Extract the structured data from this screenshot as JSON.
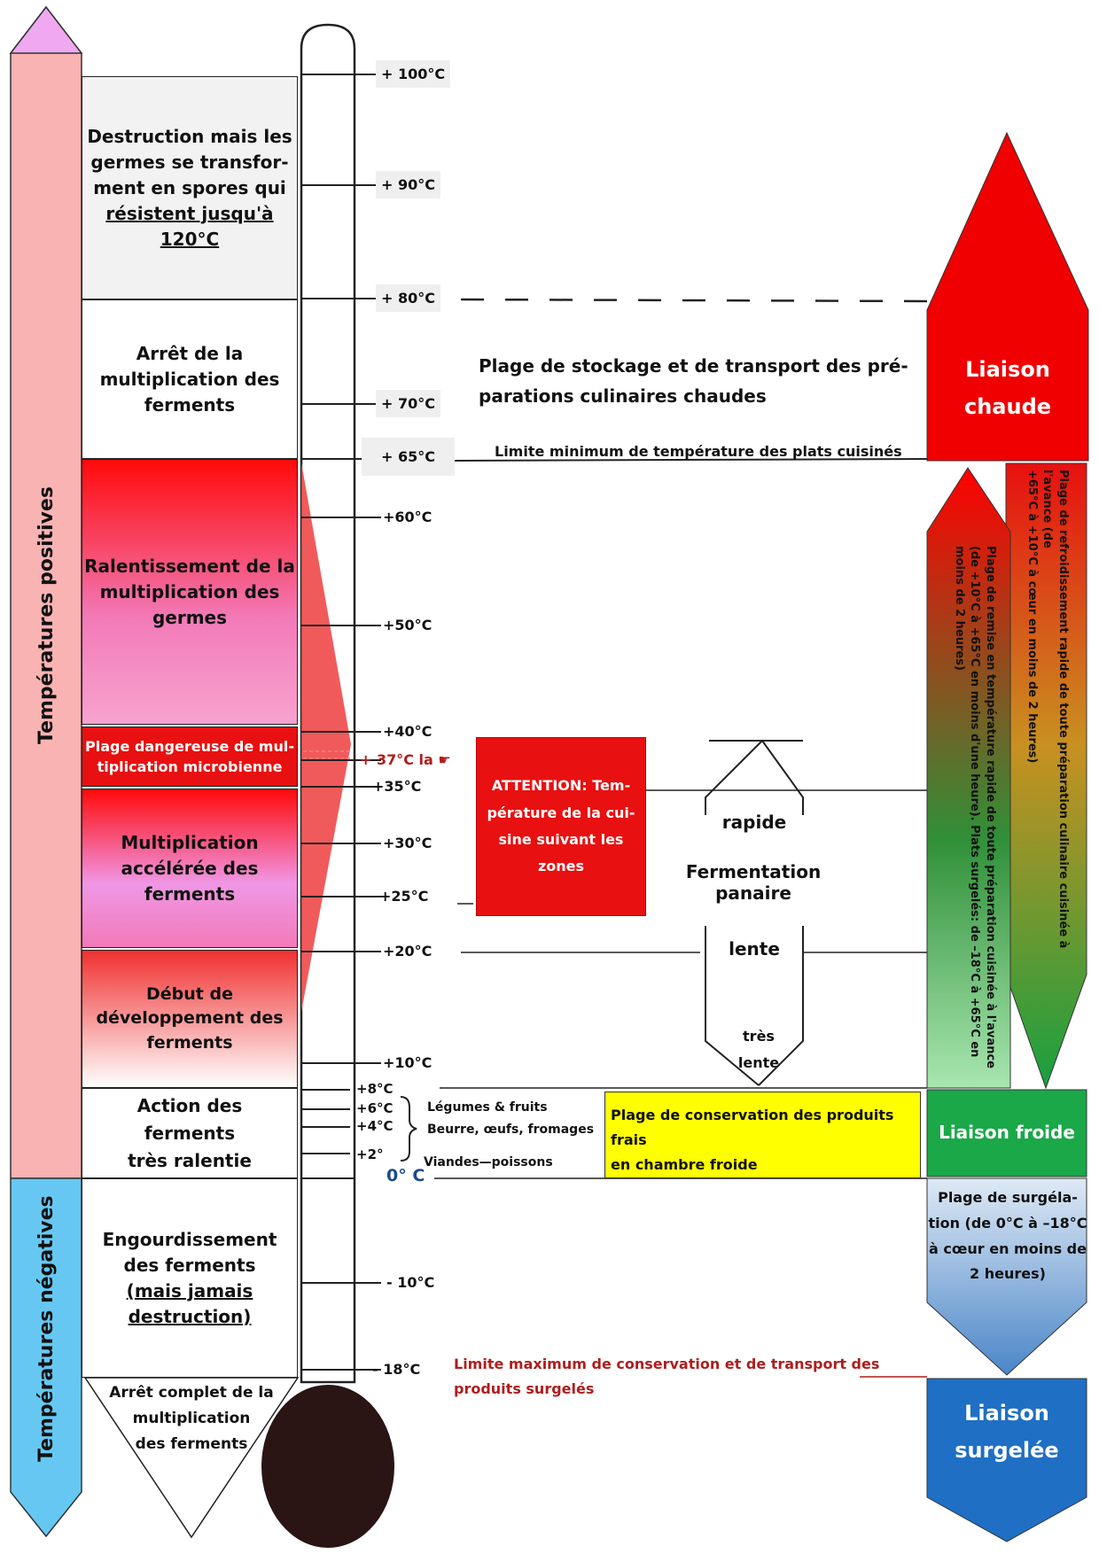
{
  "left_bars": {
    "positive_label": "Températures positives",
    "negative_label": "Températures négatives"
  },
  "zones": [
    {
      "id": "destruction",
      "lines": [
        "Destruction mais les",
        "germes se transfor-",
        "ment en spores qui",
        "résistent  jusqu'à",
        "120°C"
      ],
      "bg": "#f2f2f2"
    },
    {
      "id": "arret",
      "lines": [
        "Arrêt de la",
        "multiplication  des",
        "ferments"
      ],
      "bg": "#ffffff"
    },
    {
      "id": "ralentissement",
      "lines": [
        "Ralentissement de la",
        "multiplication des",
        "germes"
      ],
      "bg": "grad-red-pink"
    },
    {
      "id": "dangereuse",
      "lines": [
        "Plage dangereuse de mul-",
        "tiplication microbienne"
      ],
      "bg": "#e81010",
      "color": "#ffffff"
    },
    {
      "id": "acceleree",
      "lines": [
        "Multiplication",
        "accélérée des",
        "ferments"
      ],
      "bg": "grad-red-pink"
    },
    {
      "id": "debut",
      "lines": [
        "Début de",
        "développement  des",
        "ferments"
      ],
      "bg": "grad-red-white"
    },
    {
      "id": "action",
      "lines": [
        "Action des",
        "ferments",
        "très ralentie"
      ],
      "bg": "#ffffff"
    },
    {
      "id": "engourdissement",
      "lines": [
        "Engourdissement",
        "des  ferments",
        "(mais jamais",
        "destruction)"
      ],
      "bg": "#ffffff"
    },
    {
      "id": "arret_complet",
      "lines": [
        "Arrêt complet de la",
        "multiplication",
        "des ferments"
      ],
      "bg": "#ffffff"
    }
  ],
  "ticks": [
    {
      "label": "+ 100°C",
      "temp": 100
    },
    {
      "label": "+ 90°C",
      "temp": 90
    },
    {
      "label": "+ 80°C",
      "temp": 80
    },
    {
      "label": "+ 70°C",
      "temp": 70
    },
    {
      "label": "+ 65°C",
      "temp": 65
    },
    {
      "label": "+60°C",
      "temp": 60
    },
    {
      "label": "+50°C",
      "temp": 50
    },
    {
      "label": "+40°C",
      "temp": 40
    },
    {
      "label": "+ 37°C la",
      "temp": 37
    },
    {
      "label": "+35°C",
      "temp": 35
    },
    {
      "label": "+30°C",
      "temp": 30
    },
    {
      "label": "+25°C",
      "temp": 25
    },
    {
      "label": "+20°C",
      "temp": 20
    },
    {
      "label": "+10°C",
      "temp": 10
    },
    {
      "label": "+8°C",
      "temp": 8
    },
    {
      "label": "+6°C",
      "temp": 6
    },
    {
      "label": "+4°C",
      "temp": 4
    },
    {
      "label": "+2°",
      "temp": 2
    },
    {
      "label": "0° C",
      "temp": 0
    },
    {
      "label": "- 10°C",
      "temp": -10
    },
    {
      "label": "- 18°C",
      "temp": -18
    }
  ],
  "cold_products": {
    "line1": "Légumes & fruits",
    "line2": "Beurre, œufs, fromages",
    "line3": "Viandes—poissons"
  },
  "middle": {
    "hot_storage": [
      "Plage de stockage et de transport des pré-",
      "parations culinaires chaudes"
    ],
    "min_limit": "Limite minimum de température des plats cuisinés",
    "attention": [
      "ATTENTION:  Tem-",
      "pérature de la cui-",
      "sine  suivant les",
      "zones"
    ],
    "rapide": "rapide",
    "fermentation": "Fermentation panaire",
    "lente": "lente",
    "tres": "très",
    "tres_lente": "lente",
    "cold_room": [
      "Plage de conservation des produits frais",
      "en chambre froide"
    ],
    "frozen_limit": [
      "Limite maximum de conservation et de transport des",
      "produits surgelés"
    ]
  },
  "right": {
    "liaison_chaude": [
      "Liaison",
      "chaude"
    ],
    "refroidissement": [
      "Plage de refroidissement rapide de toute préparation culinaire cuisinée à l'avance (de",
      "+65°C à +10°C à cœur en moins de 2 heures)"
    ],
    "remise": [
      "Plage de remise en température rapide de toute préparation cuisinée à l'avance",
      "(de +10°C à +65°C en moins d'une heure). Plats surgelés: de –18°C à +65°C en",
      "moins de 2 heures)"
    ],
    "liaison_froide": "Liaison froide",
    "surgelation": [
      "Plage de surgéla-",
      "tion (de 0°C à –18°C",
      "à cœur en moins de",
      "2 heures)"
    ],
    "liaison_surgelee": [
      "Liaison",
      "surgelée"
    ]
  },
  "colors": {
    "pink_bar": "#f9b3b3",
    "blue_bar": "#66c8f2",
    "hot": "#e80f0f",
    "green": "#1aa848",
    "yellow": "#ffff00",
    "navy": "#1f6fc4",
    "dark_red": "#b01d1d"
  }
}
